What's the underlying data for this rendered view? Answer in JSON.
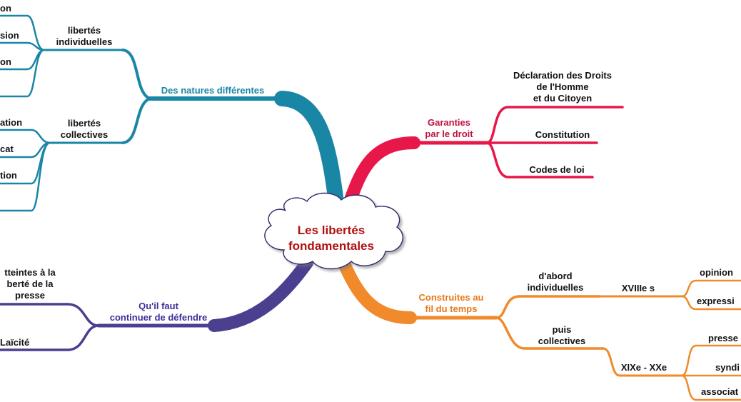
{
  "central": {
    "line1": "Les libertés",
    "line2": "fondamentales"
  },
  "branches": {
    "natures": {
      "label": "Des natures différentes",
      "color": "#1a86a6",
      "individuelles": {
        "line1": "libertés",
        "line2": "individuelles",
        "leaves": [
          "on",
          "sion",
          "on",
          ""
        ]
      },
      "collectives": {
        "line1": "libertés",
        "line2": "collectives",
        "leaves": [
          "ation",
          "cat",
          "tion",
          ""
        ]
      }
    },
    "garanties": {
      "line1": "Garanties",
      "line2": "par le droit",
      "color": "#e8174a",
      "text_color": "#c0123e",
      "leaves": {
        "declaration": [
          "Déclaration des Droits",
          "de l'Homme",
          "et du Citoyen"
        ],
        "constitution": "Constitution",
        "codes": "Codes de loi"
      }
    },
    "defendre": {
      "line1": "Qu'il faut",
      "line2": "continuer de défendre",
      "color": "#4b3f8f",
      "text_color": "#3f2e99",
      "leaves": {
        "atteintes": [
          "tteintes à la",
          "berté de la",
          "presse"
        ],
        "laicite": "Laïcité"
      }
    },
    "construites": {
      "line1": "Construites au",
      "line2": "fil du temps",
      "color": "#f08a2a",
      "text_color": "#e8791a",
      "abord": {
        "line1": "d'abord",
        "line2": "individuelles",
        "era": "XVIIIe s",
        "leaves": [
          "opinion",
          "expressi"
        ]
      },
      "puis": {
        "line1": "puis",
        "line2": "collectives",
        "era": "XIXe - XXe",
        "leaves": [
          "presse",
          "syndi",
          "associat"
        ]
      }
    }
  }
}
